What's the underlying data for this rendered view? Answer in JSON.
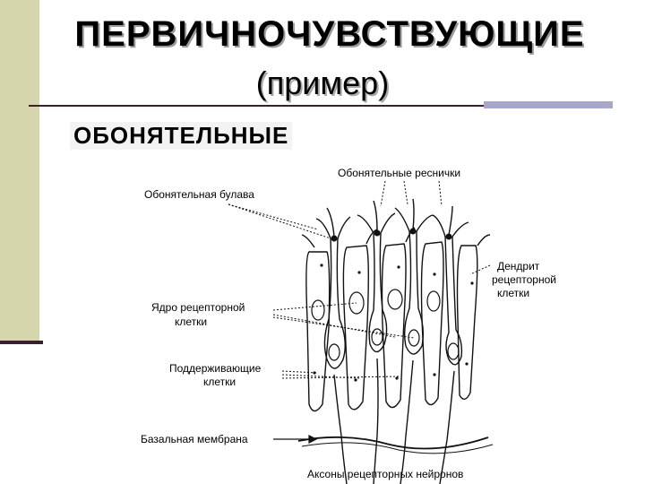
{
  "slide": {
    "title": "ПЕРВИЧНОЧУВСТВУЮЩИЕ",
    "subtitle": "(пример)",
    "section": "ОБОНЯТЕЛЬНЫЕ"
  },
  "diagram": {
    "labels": {
      "cilia": "Обонятельные реснички",
      "knob": "Обонятельная булава",
      "dendrite_1": "Дендрит",
      "dendrite_2": "рецепторной",
      "dendrite_3": "клетки",
      "nucleus_1": "Ядро рецепторной",
      "nucleus_2": "клетки",
      "support_1": "Поддерживающие",
      "support_2": "клетки",
      "membrane": "Базальная мембрана",
      "axons": "Аксоны рецепторных нейронов"
    }
  }
}
